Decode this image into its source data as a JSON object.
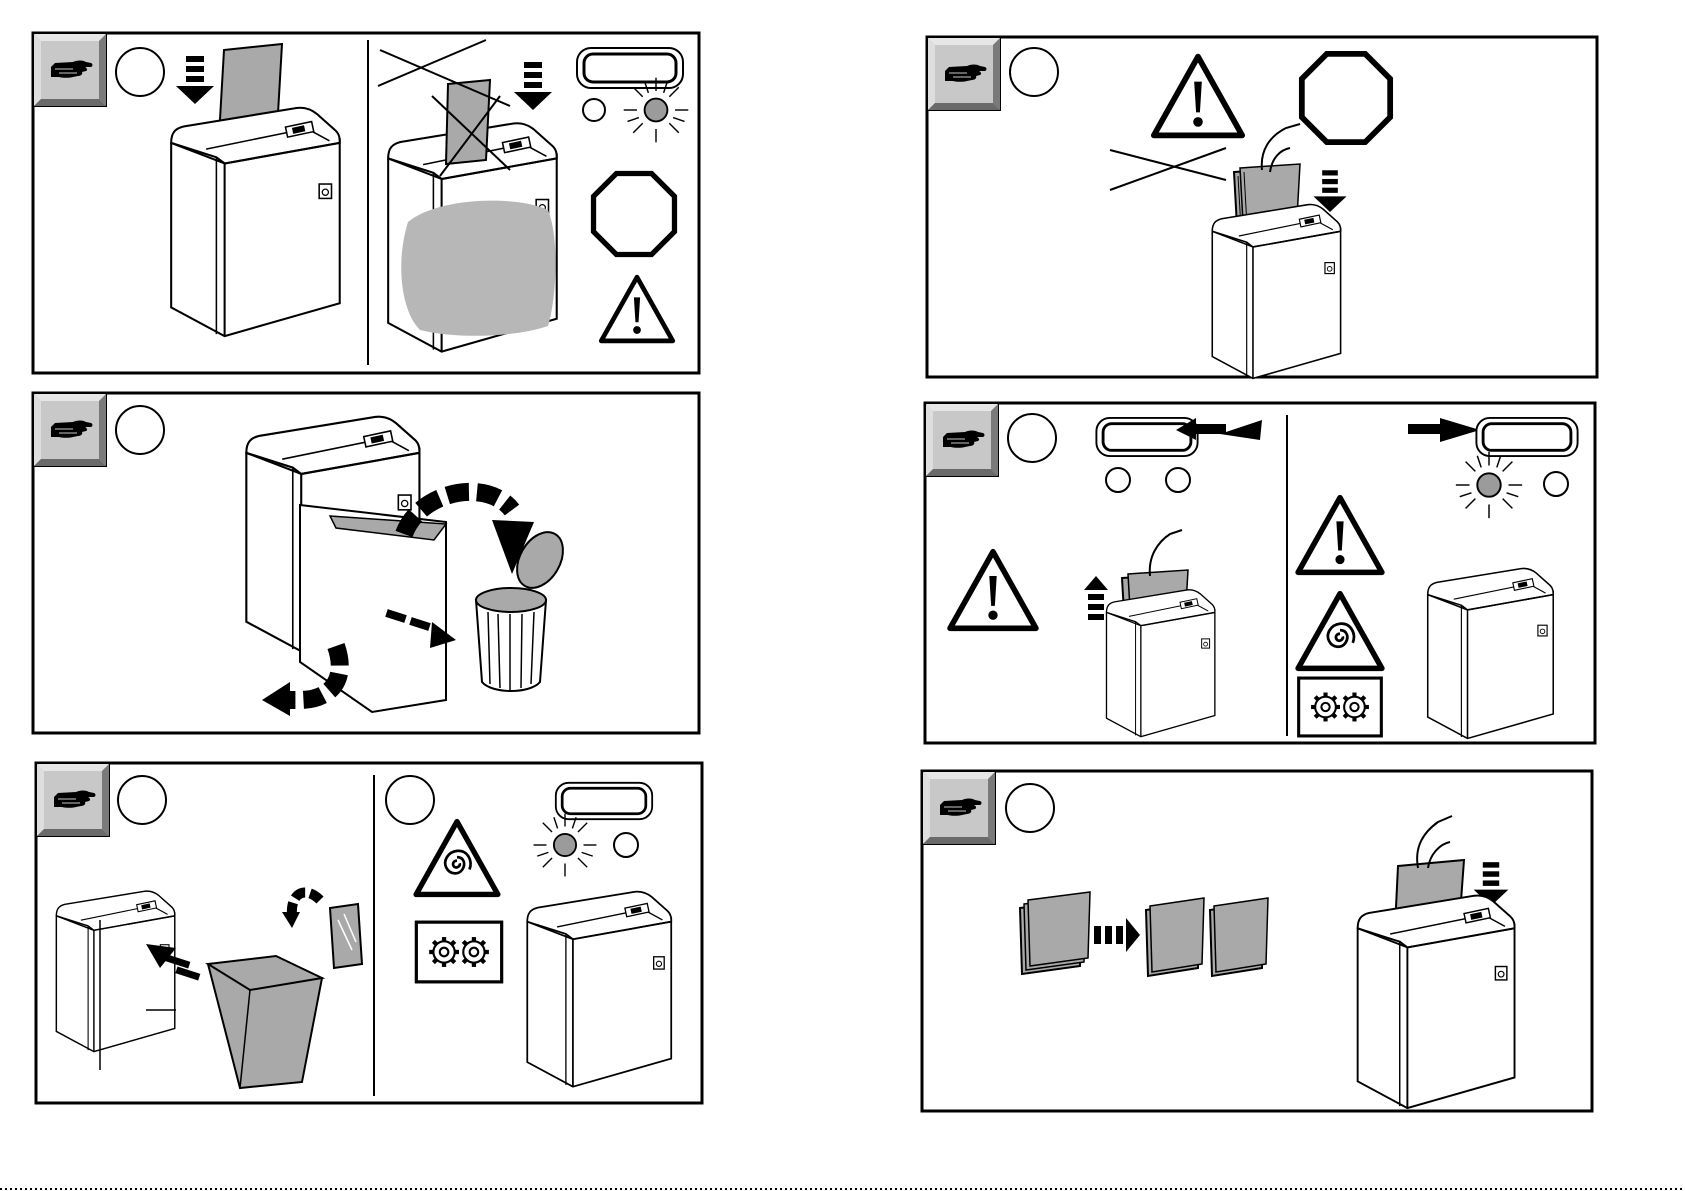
{
  "page": {
    "background": "#ffffff",
    "ink": "#000000",
    "fill_gray": "#a9a9a9",
    "blob_gray": "#b7b7b7",
    "icon_frame_gray": "#c4c4c4",
    "lamp_gray": "#9b9b9b"
  },
  "panels": [
    {
      "id": "p1",
      "icon": "hand-icon",
      "step_circles": 1,
      "sub_panels": 2,
      "symbols": [
        "insert-paper-arrow",
        "cross-out-icon",
        "display-window-icon",
        "lamp-lit-icon",
        "stop-octagon-icon",
        "warning-triangle-icon"
      ]
    },
    {
      "id": "p2",
      "icon": "hand-icon",
      "step_circles": 1,
      "sub_panels": 1,
      "symbols": [
        "rotate-arrow-icon",
        "trash-bin-icon"
      ]
    },
    {
      "id": "p3",
      "icon": "hand-icon",
      "step_circles": 2,
      "sub_panels": 2,
      "symbols": [
        "waste-basket-icon",
        "bag-icon",
        "rotation-hazard-icon",
        "gears-icon",
        "lamp-lit-icon"
      ]
    },
    {
      "id": "p4",
      "icon": "hand-icon",
      "step_circles": 1,
      "sub_panels": 1,
      "symbols": [
        "cross-out-icon",
        "warning-triangle-icon",
        "stop-octagon-icon",
        "paper-stack-icon"
      ]
    },
    {
      "id": "p5",
      "icon": "hand-icon",
      "step_circles": 1,
      "sub_panels": 2,
      "symbols": [
        "display-window-icon",
        "warning-triangle-icon",
        "rotation-hazard-icon",
        "gears-icon",
        "lamp-lit-icon"
      ]
    },
    {
      "id": "p6",
      "icon": "hand-icon",
      "step_circles": 1,
      "sub_panels": 1,
      "symbols": [
        "paper-stack-icon",
        "split-arrow-icon",
        "insert-paper-arrow"
      ]
    }
  ]
}
